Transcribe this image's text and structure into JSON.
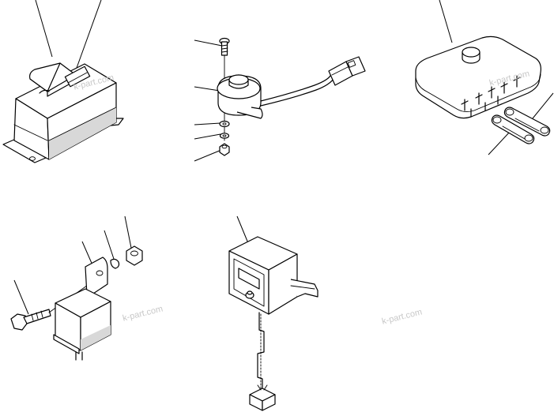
{
  "watermark": {
    "text_1": "k-part.com",
    "text_2": "k-part.com",
    "text_3": "k-part.com",
    "text_4": "k-part.com",
    "color": "#c8c8c8"
  },
  "parts": [
    {
      "part": "switch-box"
    },
    {
      "part": "buzzer-assembly"
    },
    {
      "part": "fuse-box"
    },
    {
      "part": "relay"
    },
    {
      "part": "flasher-unit"
    }
  ]
}
